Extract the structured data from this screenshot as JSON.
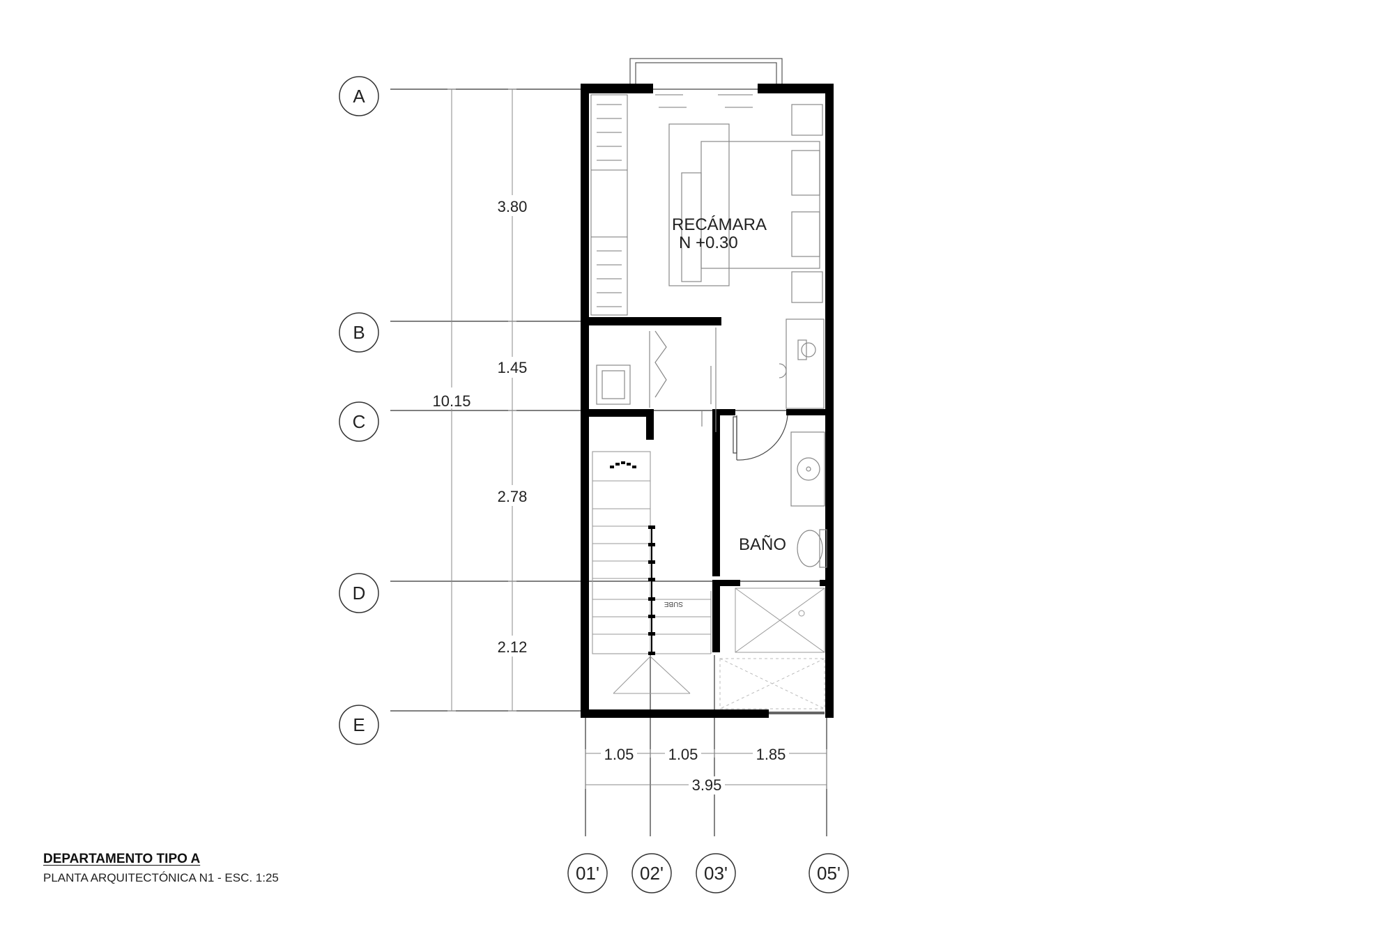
{
  "drawing": {
    "title": "DEPARTAMENTO TIPO A",
    "subtitle": "PLANTA ARQUITECTÓNICA N1 - ESC. 1:25"
  },
  "grid_rows": [
    "A",
    "B",
    "C",
    "D",
    "E"
  ],
  "grid_cols": [
    "01'",
    "02'",
    "03'",
    "05'"
  ],
  "vertical_dims": {
    "total": "10.15",
    "segments": [
      "3.80",
      "1.45",
      "2.78",
      "2.12"
    ]
  },
  "horizontal_dims": {
    "segments": [
      "1.05",
      "1.05",
      "1.85"
    ],
    "total": "3.95"
  },
  "rooms": {
    "bedroom": {
      "name": "RECÁMARA",
      "level": "N +0.30"
    },
    "bathroom": {
      "name": "BAÑO"
    },
    "stairs": {
      "label": "SUBE"
    }
  }
}
